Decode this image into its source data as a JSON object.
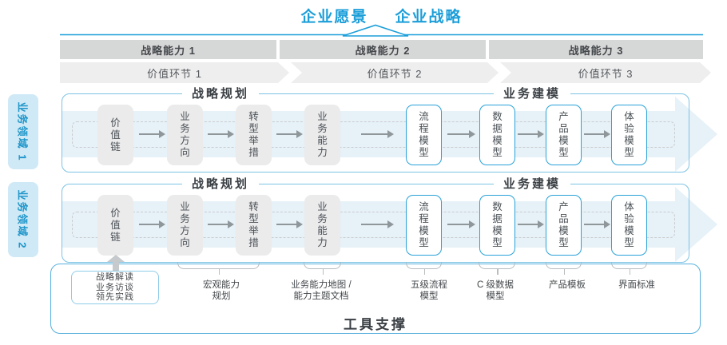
{
  "header": {
    "vision": "企业愿景",
    "strategy": "企业战略"
  },
  "strategic_capabilities": [
    {
      "label": "战略能力 1"
    },
    {
      "label": "战略能力 2"
    },
    {
      "label": "战略能力 3"
    }
  ],
  "value_links": [
    {
      "label": "价值环节 1"
    },
    {
      "label": "价值环节 2"
    },
    {
      "label": "价值环节 3"
    }
  ],
  "business_domains": [
    {
      "label": "业务领域 1"
    },
    {
      "label": "业务领域 2"
    }
  ],
  "lane": {
    "planning_title": "战略规划",
    "modeling_title": "业务建模",
    "planning_boxes": [
      {
        "label": "价值链"
      },
      {
        "label": "业务方向"
      },
      {
        "label": "转型举措"
      },
      {
        "label": "业务能力"
      }
    ],
    "modeling_boxes": [
      {
        "label": "流程模型"
      },
      {
        "label": "数据模型"
      },
      {
        "label": "产品模型"
      },
      {
        "label": "体验模型"
      }
    ]
  },
  "practice_box": {
    "line1": "战略解读",
    "line2": "业务访谈",
    "line3": "领先实践"
  },
  "annotations": [
    {
      "line1": "宏观能力",
      "line2": "规划"
    },
    {
      "line1": "业务能力地图 /",
      "line2": "能力主题文档"
    },
    {
      "line1": "五级流程",
      "line2": "模型"
    },
    {
      "line1": "C 级数据",
      "line2": "模型"
    },
    {
      "line1": "产品模板",
      "line2": ""
    },
    {
      "line1": "界面标准",
      "line2": ""
    }
  ],
  "footer": {
    "label": "工具支撑"
  },
  "colors": {
    "accent_blue": "#1b9ed9",
    "lane_border": "#7cc3e4",
    "outer_border": "#57b0dd",
    "model_box_border": "#2aa2d8",
    "arrow_band": "#e6f1f8",
    "domain_tab_bg": "#cfe9f6",
    "domain_tab_text": "#1d95c9",
    "capability_bar_bg": "#d6d7d7",
    "value_chevron_bg": "#eeeeef"
  }
}
